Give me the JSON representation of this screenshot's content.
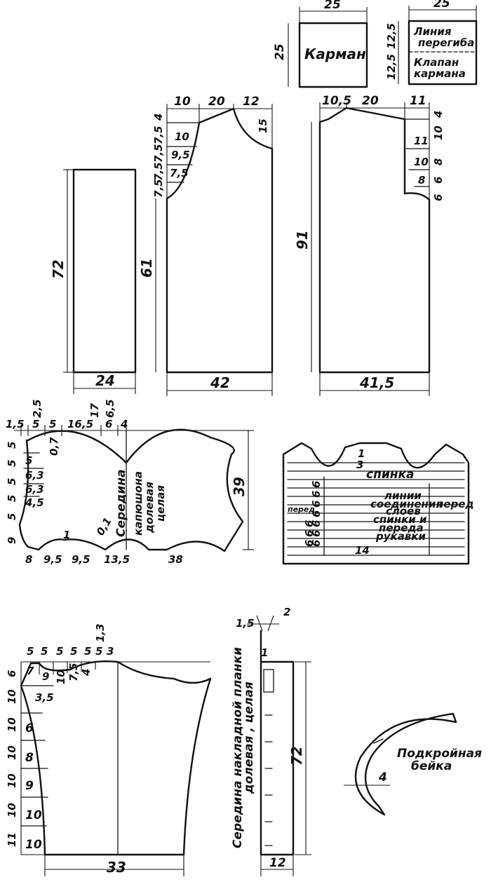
{
  "labels": {
    "pocket": "Карман",
    "fold_line_1": "Линия",
    "fold_line_2": "перегиба",
    "flap_1": "Клапан",
    "flap_2": "кармана",
    "center_1": "Середина",
    "center_2": "капюшона",
    "center_3": "долевая",
    "center_4": "целая",
    "back": "спинка",
    "front": "перед",
    "front_small": "перед",
    "join_1": "линии",
    "join_2": "соединения",
    "join_3": "слоев",
    "join_4": "спинки и",
    "join_5": "переда",
    "join_6": "рукавки",
    "placket_1": "Середина накладной планки",
    "placket_2": "долевая , целая",
    "facing_1": "Подкройная",
    "facing_2": "бейка"
  },
  "dims": {
    "pocket_w": "25",
    "pocket_h": "25",
    "flap_w": "25",
    "flap_top": "12,5",
    "flap_bot": "12,5",
    "strip_h": "72",
    "strip_w": "24",
    "back_top_l": "10",
    "back_top_m": "20",
    "back_top_r": "12",
    "back_4": "4",
    "back_75a": "7,5",
    "back_75b": "7,5",
    "back_75c": "7,5",
    "back_75d": "7,5",
    "back_10": "10",
    "back_95": "9,5",
    "back_75": "7,5",
    "back_15": "15",
    "back_h": "61",
    "back_w": "42",
    "front_top_l": "10,5",
    "front_top_m": "20",
    "front_top_r": "11",
    "front_r4": "4",
    "front_r10": "10",
    "front_r8": "8",
    "front_r6a": "6",
    "front_r6b": "6",
    "front_11": "11",
    "front_10": "10",
    "front_8": "8",
    "front_h": "91",
    "front_w": "41,5",
    "hood_15": "1,5",
    "hood_5a": "5",
    "hood_5b": "5",
    "hood_165": "16,5",
    "hood_6": "6",
    "hood_4": "4",
    "hood_25": "2,5",
    "hood_17": "17",
    "hood_65": "6,5",
    "hood_l1": "5",
    "hood_l2": "5",
    "hood_l3": "5",
    "hood_l4": "5",
    "hood_l5": "5",
    "hood_l6": "9",
    "hood_i5": "5",
    "hood_i63a": "6,3",
    "hood_i63b": "6,3",
    "hood_i45": "4,5",
    "hood_07": "0,7",
    "hood_1": "1",
    "hood_01": "0,1",
    "hood_b8": "8",
    "hood_b95a": "9,5",
    "hood_b95b": "9,5",
    "hood_b135": "13,5",
    "hood_b38": "38",
    "hood_h": "39",
    "layout_1": "1",
    "layout_3": "3",
    "layout_14": "14",
    "layout_col": [
      "6",
      "6",
      "6",
      "6",
      "6",
      "6",
      "6",
      "6",
      "6",
      "6"
    ],
    "sl_top": [
      "5",
      "5",
      "5",
      "5",
      "5",
      "5",
      "3"
    ],
    "sl_13": "1,3",
    "sl_in": [
      "7",
      "9",
      "10",
      "7,5",
      "4"
    ],
    "sl_left": [
      "6",
      "10",
      "10",
      "10",
      "10",
      "10",
      "11"
    ],
    "sl_cells": [
      "6",
      "8",
      "9",
      "10",
      "10"
    ],
    "sl_35": "3,5",
    "sl_w": "33",
    "pl_15": "1,5",
    "pl_2": "2",
    "pl_1": "1",
    "pl_h": "72",
    "pl_w": "12",
    "facing_w": "4"
  }
}
